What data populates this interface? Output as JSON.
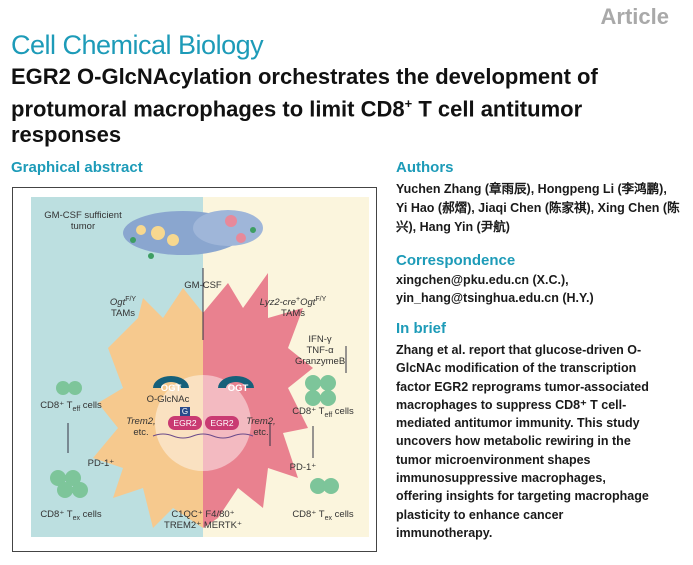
{
  "header": {
    "article_label": "Article",
    "journal": "Cell Chemical Biology",
    "title_part1": "EGR2 O-GlcNAcylation orchestrates the development of protumoral macrophages to limit CD8",
    "title_sup": "+",
    "title_part2": " T cell antitumor responses"
  },
  "graphical_abstract": {
    "heading": "Graphical abstract",
    "labels": {
      "tumor": "GM-CSF sufficient tumor",
      "gmcsf": "GM-CSF",
      "ogt_ff": "Ogt",
      "ogt_ff_sup": "F/Y",
      "tams_left": "TAMs",
      "lyz2": "Lyz2-cre",
      "lyz2_sup": "+",
      "lyz2_ogt": "Ogt",
      "lyz2_ogt_sup": "F/Y",
      "tams_right": "TAMs",
      "cytokines": [
        "IFN-γ",
        "TNF-α",
        "GranzymeB"
      ],
      "ogt": "OGT",
      "o_glcnac": "O-GlcNAc",
      "g": "G",
      "egr2": "EGR2",
      "trem2": "Trem2,",
      "etc": "etc.",
      "cd8_teff": "CD8⁺ T",
      "teff_sub": "eff",
      "cells": " cells",
      "cd8_tex": "CD8⁺ T",
      "tex_sub": "ex",
      "pd1": "PD-1⁺",
      "markers1": "C1QC⁺ F4/80⁺",
      "markers2": "TREM2⁺ MERTK⁺"
    },
    "colors": {
      "left_bg": "#bcdfe0",
      "right_bg": "#fbf5dd",
      "left_cell": "#f6c98e",
      "right_cell": "#e9818f",
      "ogt": "#16607a",
      "egr2": "#c93a72"
    }
  },
  "authors": {
    "heading": "Authors",
    "text": "Yuchen Zhang (章雨辰), Hongpeng Li (李鸿鹏), Yi Hao (郝熠), Jiaqi Chen (陈家祺), Xing Chen (陈兴), Hang Yin (尹航)"
  },
  "correspondence": {
    "heading": "Correspondence",
    "line1": "xingchen@pku.edu.cn (X.C.),",
    "line2": "yin_hang@tsinghua.edu.cn (H.Y.)"
  },
  "in_brief": {
    "heading": "In brief",
    "text": "Zhang et al. report that glucose-driven O-GlcNAc modification of the transcription factor EGR2 reprograms tumor-associated macrophages to suppress CD8⁺ T cell-mediated antitumor immunity. This study uncovers how metabolic rewiring in the tumor microenvironment shapes immunosuppressive macrophages, offering insights for targeting macrophage plasticity to enhance cancer immunotherapy."
  }
}
